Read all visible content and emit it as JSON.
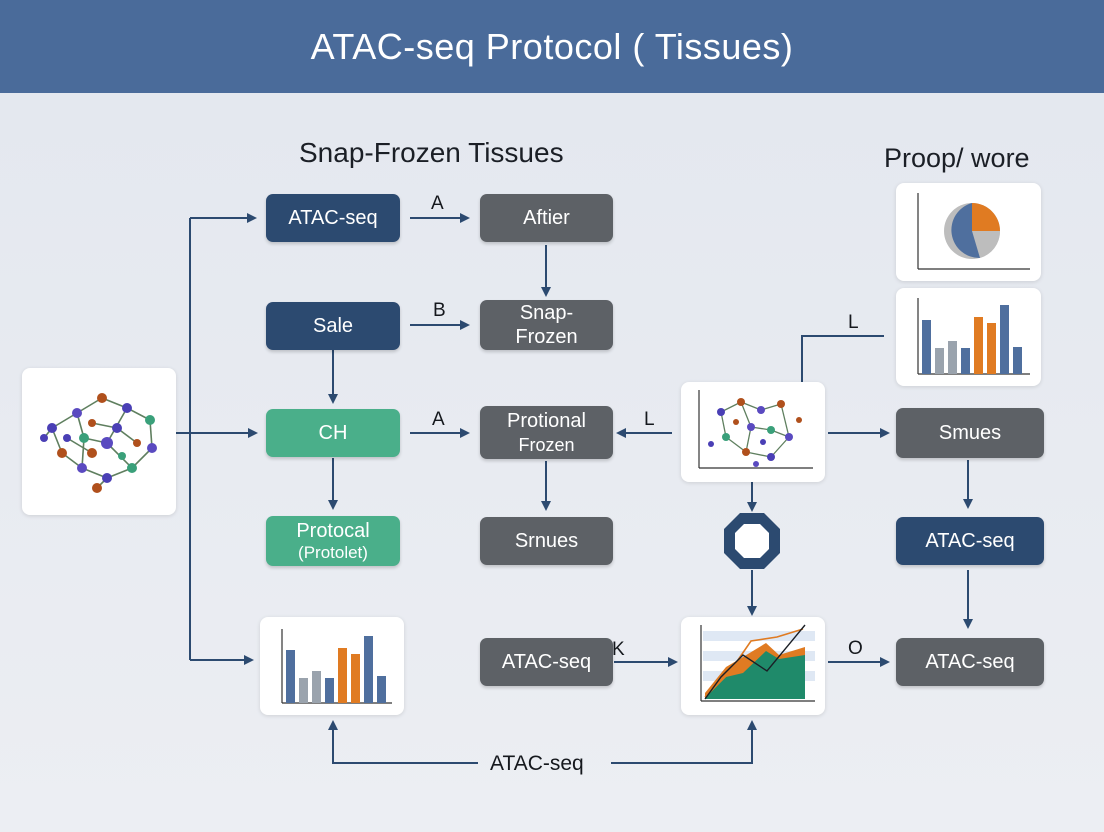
{
  "header": {
    "title": "ATAC-seq Protocol  ( Tissues)"
  },
  "sections": {
    "left_title": "Snap-Frozen Tissues",
    "right_title": "Proop/ wore"
  },
  "boxes": {
    "atac_top": "ATAC-seq",
    "sale": "Sale",
    "ch": "CH",
    "protocal_line1": "Protocal",
    "protocal_line2": "(Protolet)",
    "aftier": "Aftier",
    "snap_line1": "Snap-",
    "snap_line2": "Frozen",
    "protional_line1": "Protional",
    "protional_line2": "Frozen",
    "srnues_mid": "Srnues",
    "atac_mid": "ATAC-seq",
    "smues_right": "Smues",
    "atac_right1": "ATAC-seq",
    "atac_right2": "ATAC-seq"
  },
  "edge_labels": {
    "a1": "A",
    "b": "B",
    "a2": "A",
    "l1": "L",
    "l2": "L",
    "k": "K",
    "o": "O",
    "bottom": "ATAC-seq"
  },
  "colors": {
    "header": "#4a6b9a",
    "navy": "#2c4a70",
    "gray": "#5d6166",
    "green": "#4aaf8a",
    "orange": "#e07b22",
    "blue_bar": "#4f6f9e",
    "teal_area": "#1f8a6a"
  },
  "icons": {
    "molecule": "molecule-icon",
    "octagon": "octagon-ring-icon"
  }
}
